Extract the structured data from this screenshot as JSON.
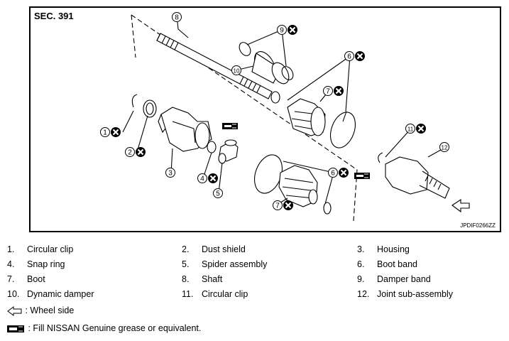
{
  "diagram": {
    "section": "SEC. 391",
    "figure_code": "JPDIF0266ZZ",
    "callouts": [
      {
        "no": "1",
        "replace": true
      },
      {
        "no": "2",
        "replace": true
      },
      {
        "no": "3",
        "replace": false
      },
      {
        "no": "4",
        "replace": true
      },
      {
        "no": "5",
        "replace": false
      },
      {
        "no": "6",
        "replace": true
      },
      {
        "no": "6",
        "replace": true
      },
      {
        "no": "7",
        "replace": true
      },
      {
        "no": "7",
        "replace": true
      },
      {
        "no": "8",
        "replace": false
      },
      {
        "no": "9",
        "replace": true
      },
      {
        "no": "10",
        "replace": false
      },
      {
        "no": "11",
        "replace": true
      },
      {
        "no": "12",
        "replace": false
      }
    ]
  },
  "legend": [
    [
      {
        "no": "1.",
        "name": "Circular clip"
      },
      {
        "no": "2.",
        "name": "Dust shield"
      },
      {
        "no": "3.",
        "name": "Housing"
      }
    ],
    [
      {
        "no": "4.",
        "name": "Snap ring"
      },
      {
        "no": "5.",
        "name": "Spider assembly"
      },
      {
        "no": "6.",
        "name": "Boot band"
      }
    ],
    [
      {
        "no": "7.",
        "name": "Boot"
      },
      {
        "no": "8.",
        "name": "Shaft"
      },
      {
        "no": "9.",
        "name": "Damper band"
      }
    ],
    [
      {
        "no": "10.",
        "name": "Dynamic damper"
      },
      {
        "no": "11.",
        "name": "Circular clip"
      },
      {
        "no": "12.",
        "name": "Joint sub-assembly"
      }
    ]
  ],
  "notes": {
    "wheel_side": ": Wheel side",
    "grease": ": Fill NISSAN Genuine grease or equivalent."
  }
}
